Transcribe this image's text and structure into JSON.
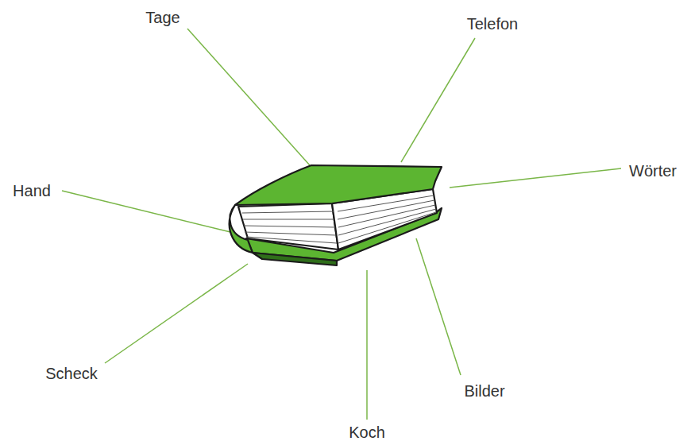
{
  "diagram": {
    "labels": [
      "Tage",
      "Telefon",
      "Wörter",
      "Hand",
      "Scheck",
      "Bilder",
      "Koch"
    ]
  }
}
